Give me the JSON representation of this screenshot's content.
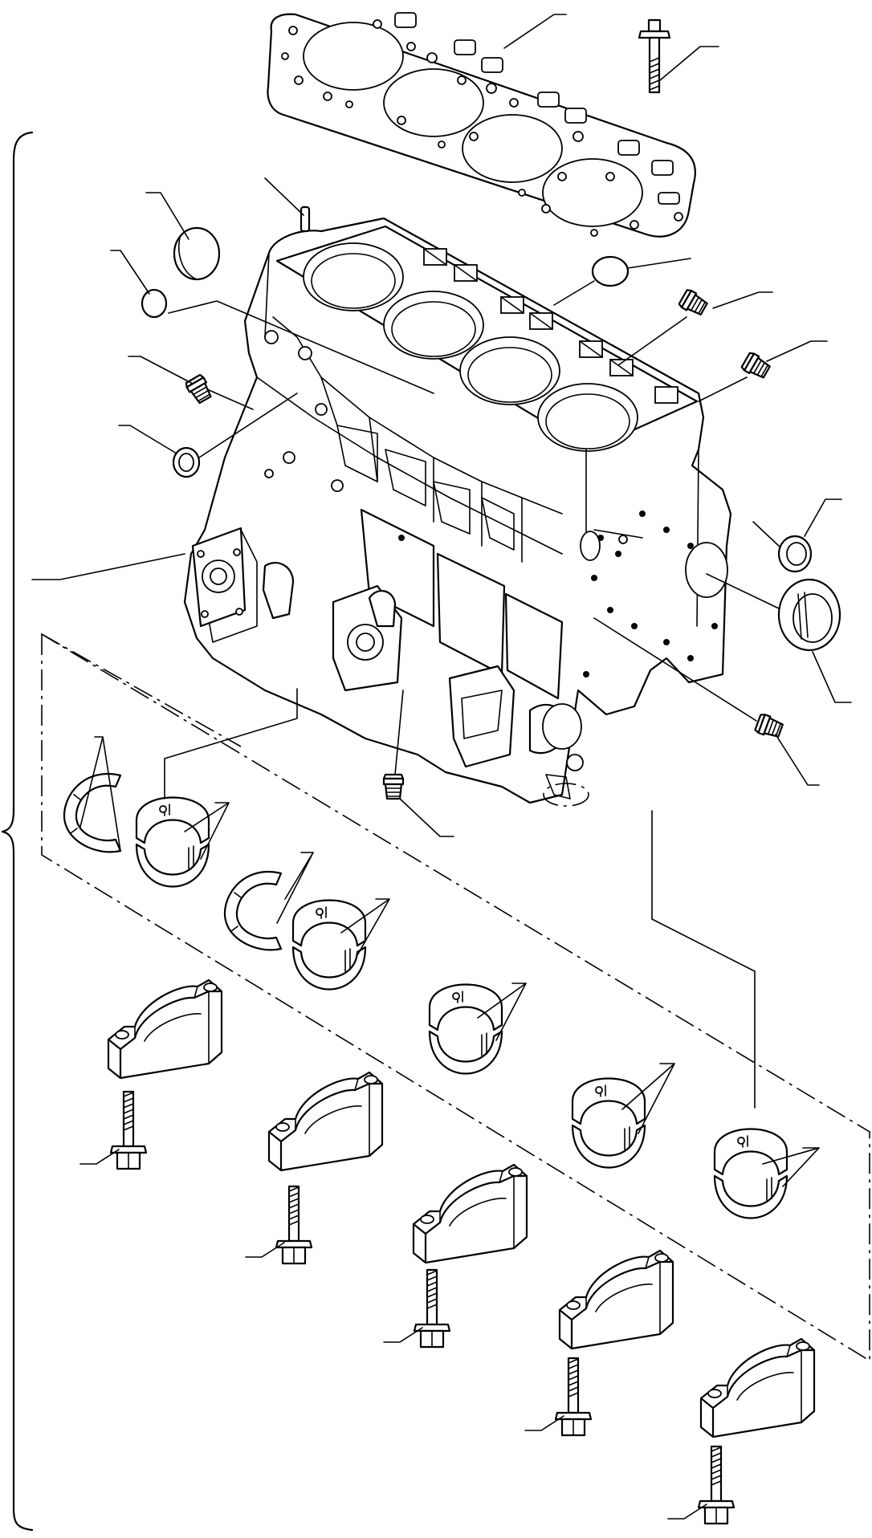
{
  "diagram": {
    "title": "",
    "labels": [],
    "parts": [
      {
        "id": "head-gasket",
        "icon": "gasket-icon"
      },
      {
        "id": "head-bolt",
        "icon": "bolt-icon"
      },
      {
        "id": "dowel-pin",
        "icon": "pin-icon"
      },
      {
        "id": "cup-plug-large",
        "icon": "cap-icon"
      },
      {
        "id": "cup-plug-small",
        "icon": "cap-icon"
      },
      {
        "id": "plug-left-upper",
        "icon": "plug-icon"
      },
      {
        "id": "seal-ring-left",
        "icon": "ring-icon"
      },
      {
        "id": "cup-plug-right",
        "icon": "cap-icon"
      },
      {
        "id": "plug-right-1",
        "icon": "plug-icon"
      },
      {
        "id": "plug-right-2",
        "icon": "plug-icon"
      },
      {
        "id": "cylinder-block",
        "icon": "engine-block-icon"
      },
      {
        "id": "bushing-small",
        "icon": "ring-icon"
      },
      {
        "id": "bushing-large",
        "icon": "bearing-icon"
      },
      {
        "id": "plug-right-lower",
        "icon": "plug-icon"
      },
      {
        "id": "plug-bottom",
        "icon": "plug-icon"
      },
      {
        "id": "thrust-washer-1",
        "icon": "washer-icon"
      },
      {
        "id": "thrust-washer-2",
        "icon": "washer-icon"
      },
      {
        "id": "main-bearing-1",
        "icon": "bearing-icon"
      },
      {
        "id": "main-bearing-2",
        "icon": "bearing-icon"
      },
      {
        "id": "main-bearing-3",
        "icon": "bearing-icon"
      },
      {
        "id": "main-bearing-4",
        "icon": "bearing-icon"
      },
      {
        "id": "main-bearing-5",
        "icon": "bearing-icon"
      },
      {
        "id": "bearing-cap-1",
        "icon": "bearing-cap-icon"
      },
      {
        "id": "bearing-cap-2",
        "icon": "bearing-cap-icon"
      },
      {
        "id": "bearing-cap-3",
        "icon": "bearing-cap-icon"
      },
      {
        "id": "bearing-cap-4",
        "icon": "bearing-cap-icon"
      },
      {
        "id": "bearing-cap-5",
        "icon": "bearing-cap-icon"
      },
      {
        "id": "cap-bolt-1",
        "icon": "bolt-icon"
      },
      {
        "id": "cap-bolt-2",
        "icon": "bolt-icon"
      },
      {
        "id": "cap-bolt-3",
        "icon": "bolt-icon"
      },
      {
        "id": "cap-bolt-4",
        "icon": "bolt-icon"
      },
      {
        "id": "cap-bolt-5",
        "icon": "bolt-icon"
      }
    ]
  }
}
